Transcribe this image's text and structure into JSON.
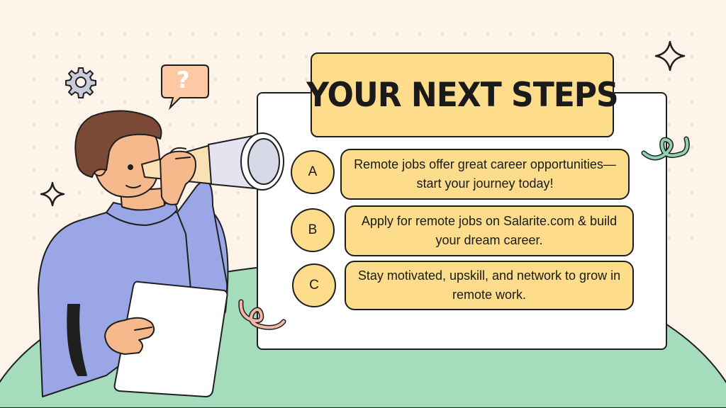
{
  "slide": {
    "title": "YOUR NEXT STEPS",
    "steps": [
      {
        "letter": "A",
        "text": "Remote jobs offer great career opportunities—start your journey today!"
      },
      {
        "letter": "B",
        "text": "Apply for remote jobs on Salarite.com & build your dream career."
      },
      {
        "letter": "C",
        "text": "Stay motivated, upskill, and network to grow in remote work."
      }
    ],
    "question_mark": "?"
  },
  "colors": {
    "background": "#fdf3e8",
    "hill": "#a4dcbc",
    "accent_yellow": "#fddc8c",
    "sweater": "#9aa6e6",
    "outline": "#1f1f1f"
  }
}
